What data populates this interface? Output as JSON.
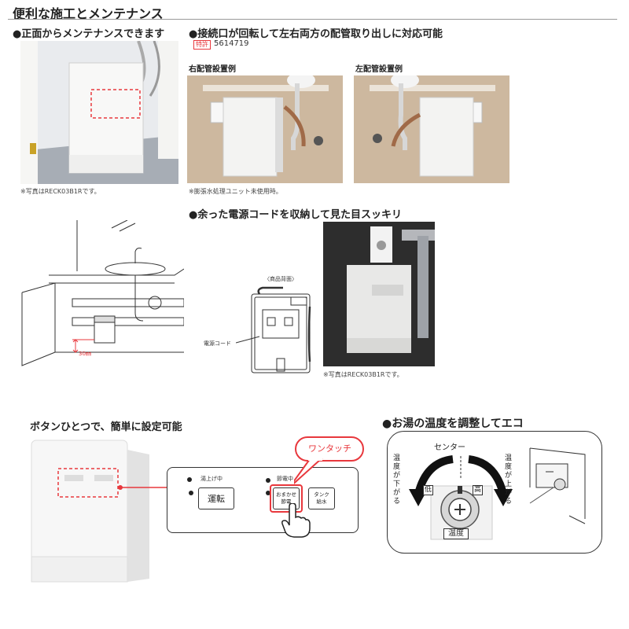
{
  "header": {
    "title": "便利な施工とメンテナンス"
  },
  "section_front": {
    "title": "●正面からメンテナンスできます",
    "note": "※写真はRECK03B1Rです。"
  },
  "section_pipe": {
    "title": "●接続口が回転して左右両方の配管取り出しに対応可能",
    "patent_badge": "特許",
    "patent_number": "5614719",
    "right_label": "右配管設置例",
    "left_label": "左配管設置例",
    "note": "※膨張水処理ユニット未使用時。"
  },
  "section_cord": {
    "title": "●余った電源コードを収納して見た目スッキリ",
    "back_label": "〈商品背面〉",
    "cord_label": "電源コード",
    "note": "※写真はRECK03B1Rです。"
  },
  "diagram": {
    "gap_label": "30㎜"
  },
  "section_button": {
    "title": "ボタンひとつで、簡単に設定可能",
    "one_touch": "ワンタッチ",
    "lamp1": "湯上げ中",
    "lamp2": "節電中",
    "btn_run": "運転",
    "btn_save_l1": "おまかせ",
    "btn_save_l2": "節電",
    "btn_drain_l1": "タンク",
    "btn_drain_l2": "給水"
  },
  "section_temp": {
    "title": "●お湯の温度を調整してエコ",
    "center": "センター",
    "down": "温度が下がる",
    "up": "温度が上がる",
    "low": "低",
    "high": "高",
    "dial_label": "温度"
  },
  "colors": {
    "accent_red": "#e8383d",
    "text": "#222222"
  }
}
